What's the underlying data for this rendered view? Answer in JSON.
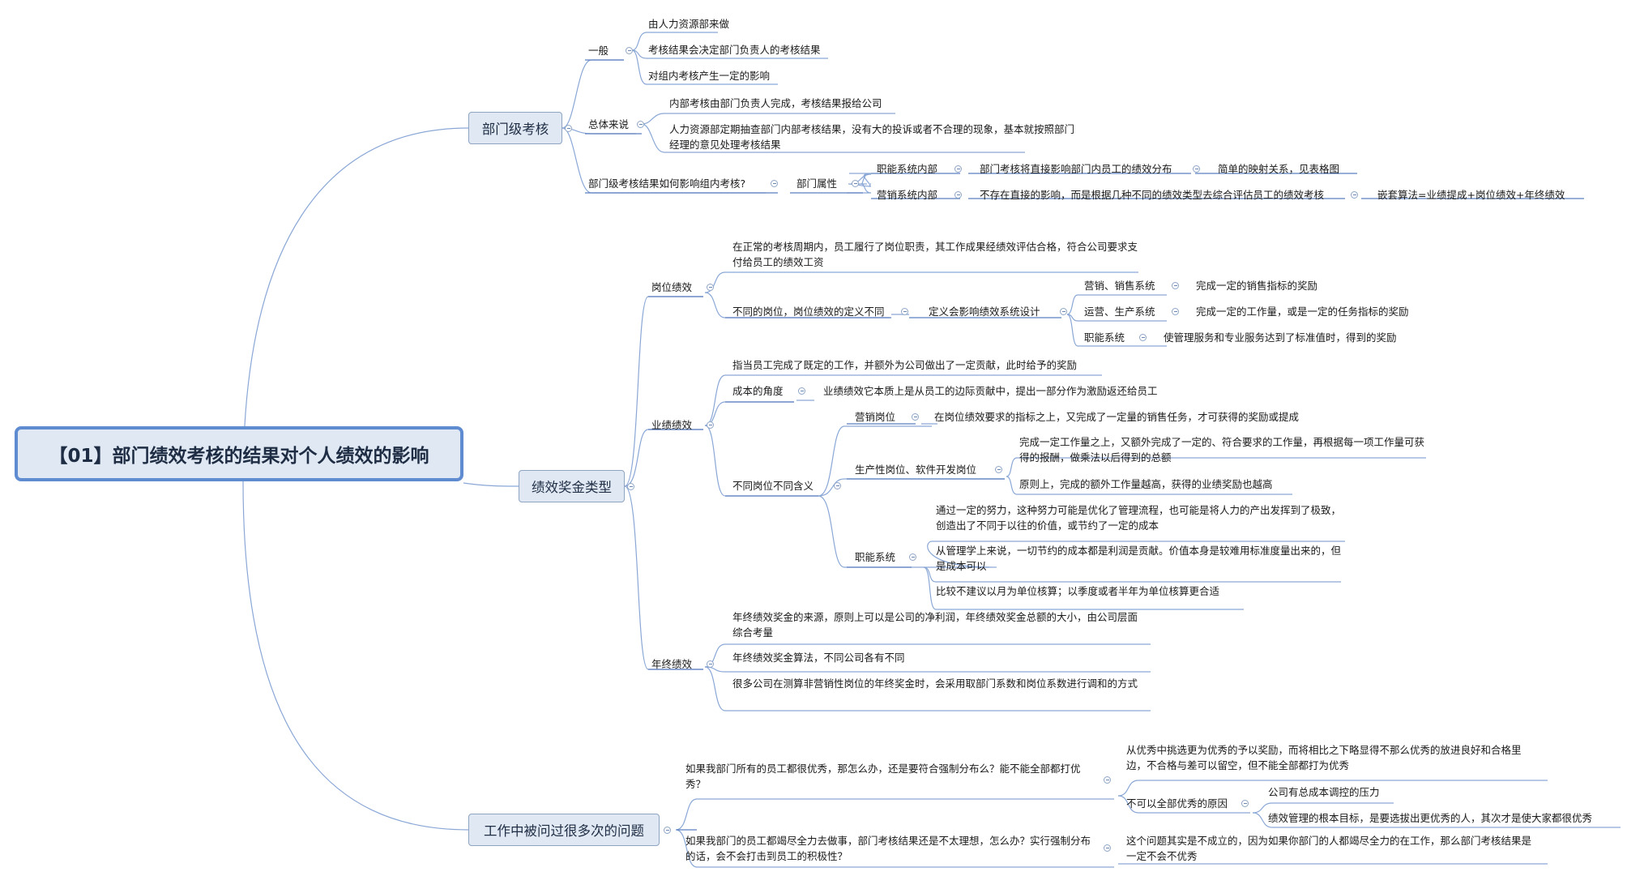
{
  "root": "【01】部门绩效考核的结果对个人绩效的影响",
  "b1": {
    "title": "部门级考核",
    "general": "一般",
    "g1": "由人力资源部来做",
    "g2": "考核结果会决定部门负责人的考核结果",
    "g3": "对组内考核产生一定的影响",
    "overall": "总体来说",
    "o1": "内部考核由部门负责人完成，考核结果报给公司",
    "o2": "人力资源部定期抽查部门内部考核结果，没有大的投诉或者不合理的现象，基本就按照部门经理的意见处理考核结果",
    "q": "部门级考核结果如何影响组内考核?",
    "attr": "部门属性",
    "func": "职能系统内部",
    "func_c": "部门考核将直接影响部门内员工的绩效分布",
    "func_c2": "简单的映射关系，见表格图",
    "sales": "营销系统内部",
    "sales_c": "不存在直接的影响，而是根据几种不同的绩效类型去综合评估员工的绩效考核",
    "sales_c2": "嵌套算法=业绩提成+岗位绩效+年终绩效"
  },
  "b2": {
    "title": "绩效奖金类型",
    "post": "岗位绩效",
    "post1": "在正常的考核周期内，员工履行了岗位职责，其工作成果经绩效评估合格，符合公司要求支付给员工的绩效工资",
    "post2": "不同的岗位，岗位绩效的定义不同",
    "post2a": "定义会影响绩效系统设计",
    "ps1": "营销、销售系统",
    "ps1c": "完成一定的销售指标的奖励",
    "ps2": "运营、生产系统",
    "ps2c": "完成一定的工作量，或是一定的任务指标的奖励",
    "ps3": "职能系统",
    "ps3c": "使管理服务和专业服务达到了标准值时，得到的奖励",
    "perf": "业绩绩效",
    "perf1": "指当员工完成了既定的工作，并额外为公司做出了一定贡献，此时给予的奖励",
    "cost": "成本的角度",
    "cost_c": "业绩绩效它本质上是从员工的边际贡献中，提出一部分作为激励返还给员工",
    "diff": "不同岗位不同含义",
    "sale_post": "营销岗位",
    "sale_post_c": "在岗位绩效要求的指标之上，又完成了一定量的销售任务，才可获得的奖励或提成",
    "prod": "生产性岗位、软件开发岗位",
    "prod1": "完成一定工作量之上，又额外完成了一定的、符合要求的工作量，再根据每一项工作量可获得的报酬，做乘法以后得到的总额",
    "prod2": "原则上，完成的额外工作量越高，获得的业绩奖励也越高",
    "fn": "职能系统",
    "fn1": "通过一定的努力，这种努力可能是优化了管理流程，也可能是将人力的产出发挥到了极致，创造出了不同于以往的价值，或节约了一定的成本",
    "fn2": "从管理学上来说，一切节约的成本都是利润是贡献。价值本身是较难用标准度量出来的，但是成本可以",
    "fn3": "比较不建议以月为单位核算；以季度或者半年为单位核算更合适",
    "annual": "年终绩效",
    "an1": "年终绩效奖金的来源，原则上可以是公司的净利润，年终绩效奖金总额的大小，由公司层面综合考量",
    "an2": "年终绩效奖金算法，不同公司各有不同",
    "an3": "很多公司在测算非营销性岗位的年终奖金时，会采用取部门系数和岗位系数进行调和的方式"
  },
  "b3": {
    "title": "工作中被问过很多次的问题",
    "q1": "如果我部门所有的员工都很优秀，那怎么办，还是要符合强制分布么？能不能全部都打优秀？",
    "q1a": "从优秀中挑选更为优秀的予以奖励，而将相比之下略显得不那么优秀的放进良好和合格里边，不合格与差可以留空，但不能全部都打为优秀",
    "q1b": "不可以全部优秀的原因",
    "q1b1": "公司有总成本调控的压力",
    "q1b2": "绩效管理的根本目标，是要选拔出更优秀的人，其次才是使大家都很优秀",
    "q2": "如果我部门的员工都竭尽全力去做事，部门考核结果还是不太理想，怎么办？实行强制分布的话，会不会打击到员工的积极性？",
    "q2a": "这个问题其实是不成立的，因为如果你部门的人都竭尽全力的在工作，那么部门考核结果是一定不会不优秀"
  },
  "colors": {
    "line": "#8aa7d6",
    "underline": "#5b7fbf",
    "node_fill": "#dfe8f3",
    "root_border": "#5f8bd1"
  }
}
